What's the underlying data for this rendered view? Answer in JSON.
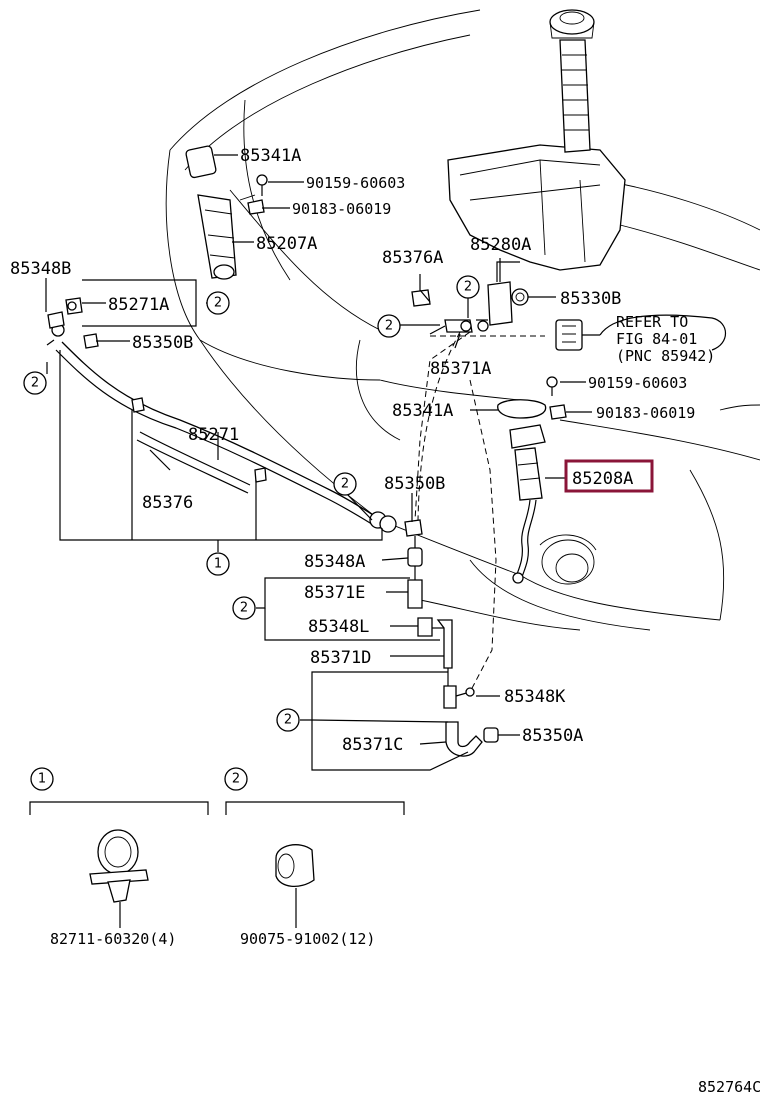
{
  "labels": {
    "p85341A_top": "85341A",
    "p90159_top": "90159-60603",
    "p90183_top": "90183-06019",
    "p85207A": "85207A",
    "p85348B": "85348B",
    "p85271A": "85271A",
    "p85350B_left": "85350B",
    "p85271": "85271",
    "p85376": "85376",
    "p85376A": "85376A",
    "p85280A": "85280A",
    "p85330B": "85330B",
    "p85371A": "85371A",
    "p90159_mid": "90159-60603",
    "p85341A_mid": "85341A",
    "p90183_mid": "90183-06019",
    "p85208A": "85208A",
    "p85350B_mid": "85350B",
    "p85348A": "85348A",
    "p85371E": "85371E",
    "p85348L": "85348L",
    "p85371D": "85371D",
    "p85348K": "85348K",
    "p85371C": "85371C",
    "p85350A": "85350A",
    "p82711": "82711-60320(4)",
    "p90075": "90075-91002(12)"
  },
  "refer": {
    "line1": "REFER TO",
    "line2": "FIG 84-01",
    "line3": "(PNC 85942)"
  },
  "circles": {
    "one": "1",
    "two": "2"
  },
  "footer_code": "852764C",
  "colors": {
    "highlight": "#8a1538",
    "line": "#000000"
  }
}
